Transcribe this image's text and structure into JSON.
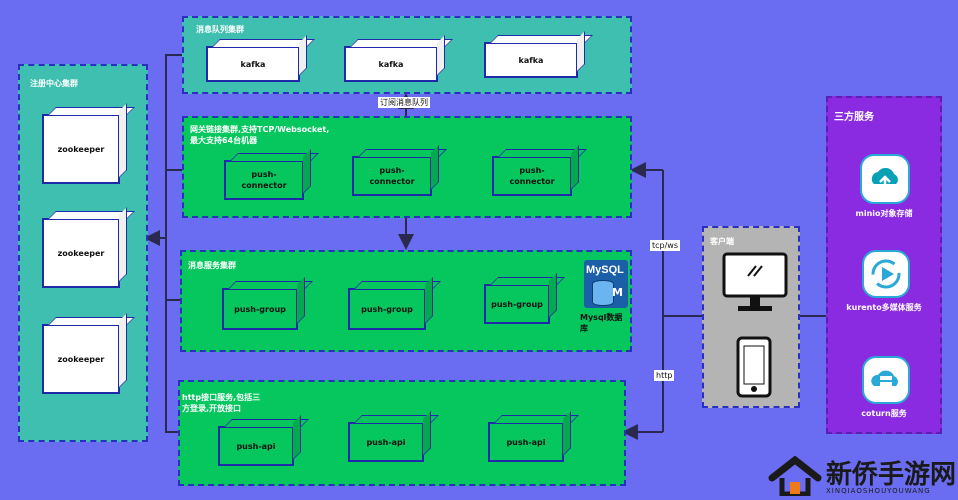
{
  "clusters": {
    "kafka": {
      "title": "消息队列集群",
      "nodes": [
        "kafka",
        "kafka",
        "kafka"
      ]
    },
    "registry": {
      "title": "注册中心集群",
      "nodes": [
        "zookeeper",
        "zookeeper",
        "zookeeper"
      ]
    },
    "gateway": {
      "title": "网关链接集群,支持TCP/Websocket,\n最大支持64台机器",
      "nodes": [
        "push-\nconnector",
        "push-\nconnector",
        "push-\nconnector"
      ]
    },
    "message": {
      "title": "消息服务集群",
      "nodes": [
        "push-group",
        "push-group",
        "push-group"
      ]
    },
    "http": {
      "title": "http接口服务,包括三\n方登录,开放接口",
      "nodes": [
        "push-api",
        "push-api",
        "push-api"
      ]
    },
    "client": {
      "title": "客户端"
    },
    "thirdparty": {
      "title": "三方服务"
    }
  },
  "mysql": {
    "logo": "MySQL",
    "letter": "M",
    "label": "Mysql数据库"
  },
  "edges": {
    "subscribe": "订阅消息队列",
    "tcpws": "tcp/ws",
    "http": "http"
  },
  "services": [
    {
      "label": "minio对象存储",
      "icon": "cloud-upload-icon"
    },
    {
      "label": "kurento多媒体服务",
      "icon": "media-sync-icon"
    },
    {
      "label": "coturn服务",
      "icon": "cloud-server-icon"
    }
  ],
  "watermark": {
    "title": "新侨手游网",
    "subtitle": "XINQIAOSHOUYOUWANG"
  },
  "colors": {
    "background": "#6a6cf2",
    "teal": "#3fbfb0",
    "green": "#05c75e",
    "gray": "#b4b4b4",
    "purple": "#8a2be2",
    "line": "#1e2aa8"
  }
}
